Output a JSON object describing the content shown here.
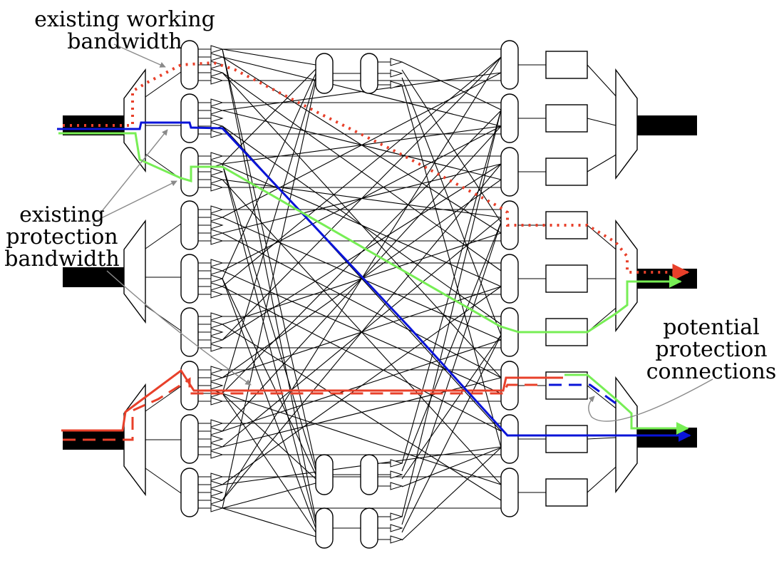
{
  "annotations": {
    "working_bandwidth": {
      "line1": "existing working",
      "line2": "bandwidth"
    },
    "protection_bandwidth": {
      "line1": "existing",
      "line2": "protection",
      "line3": "bandwidth"
    },
    "potential_connections": {
      "line1": "potential",
      "line2": "protection",
      "line3": "connections"
    }
  },
  "colors": {
    "working": "#e8402a",
    "primary_path": "#0a14d8",
    "protection_path": "#77ee55",
    "fiber": "#000000",
    "leader": "#8a8a8a"
  }
}
